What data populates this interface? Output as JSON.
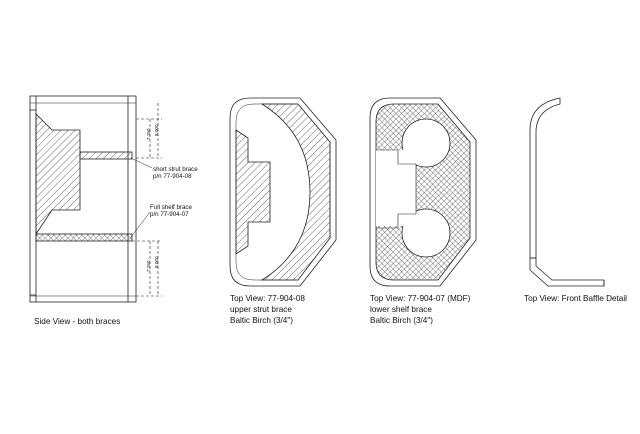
{
  "views": {
    "side": {
      "caption": "Side View - both braces",
      "short_strut_label": "short strut brace",
      "short_strut_pn": "p/n 77-904-08",
      "full_shelf_label": "Full shelf brace",
      "full_shelf_pn": "p/n 77-904-07",
      "dim_upper_a": "7.250",
      "dim_upper_b": "8.000",
      "dim_lower_a": "7.250",
      "dim_lower_b": "8.000"
    },
    "upper_strut": {
      "caption_line1": "Top View:  77-904-08",
      "caption_line2": "upper strut brace",
      "caption_line3": "Baltic Birch (3/4\")"
    },
    "lower_shelf": {
      "caption_line1": "Top View:  77-904-07 (MDF)",
      "caption_line2": "lower shelf brace",
      "caption_line3": "Baltic Birch (3/4\")"
    },
    "front_baffle": {
      "caption_line1": "Top View:  Front Baffle Detail"
    }
  }
}
